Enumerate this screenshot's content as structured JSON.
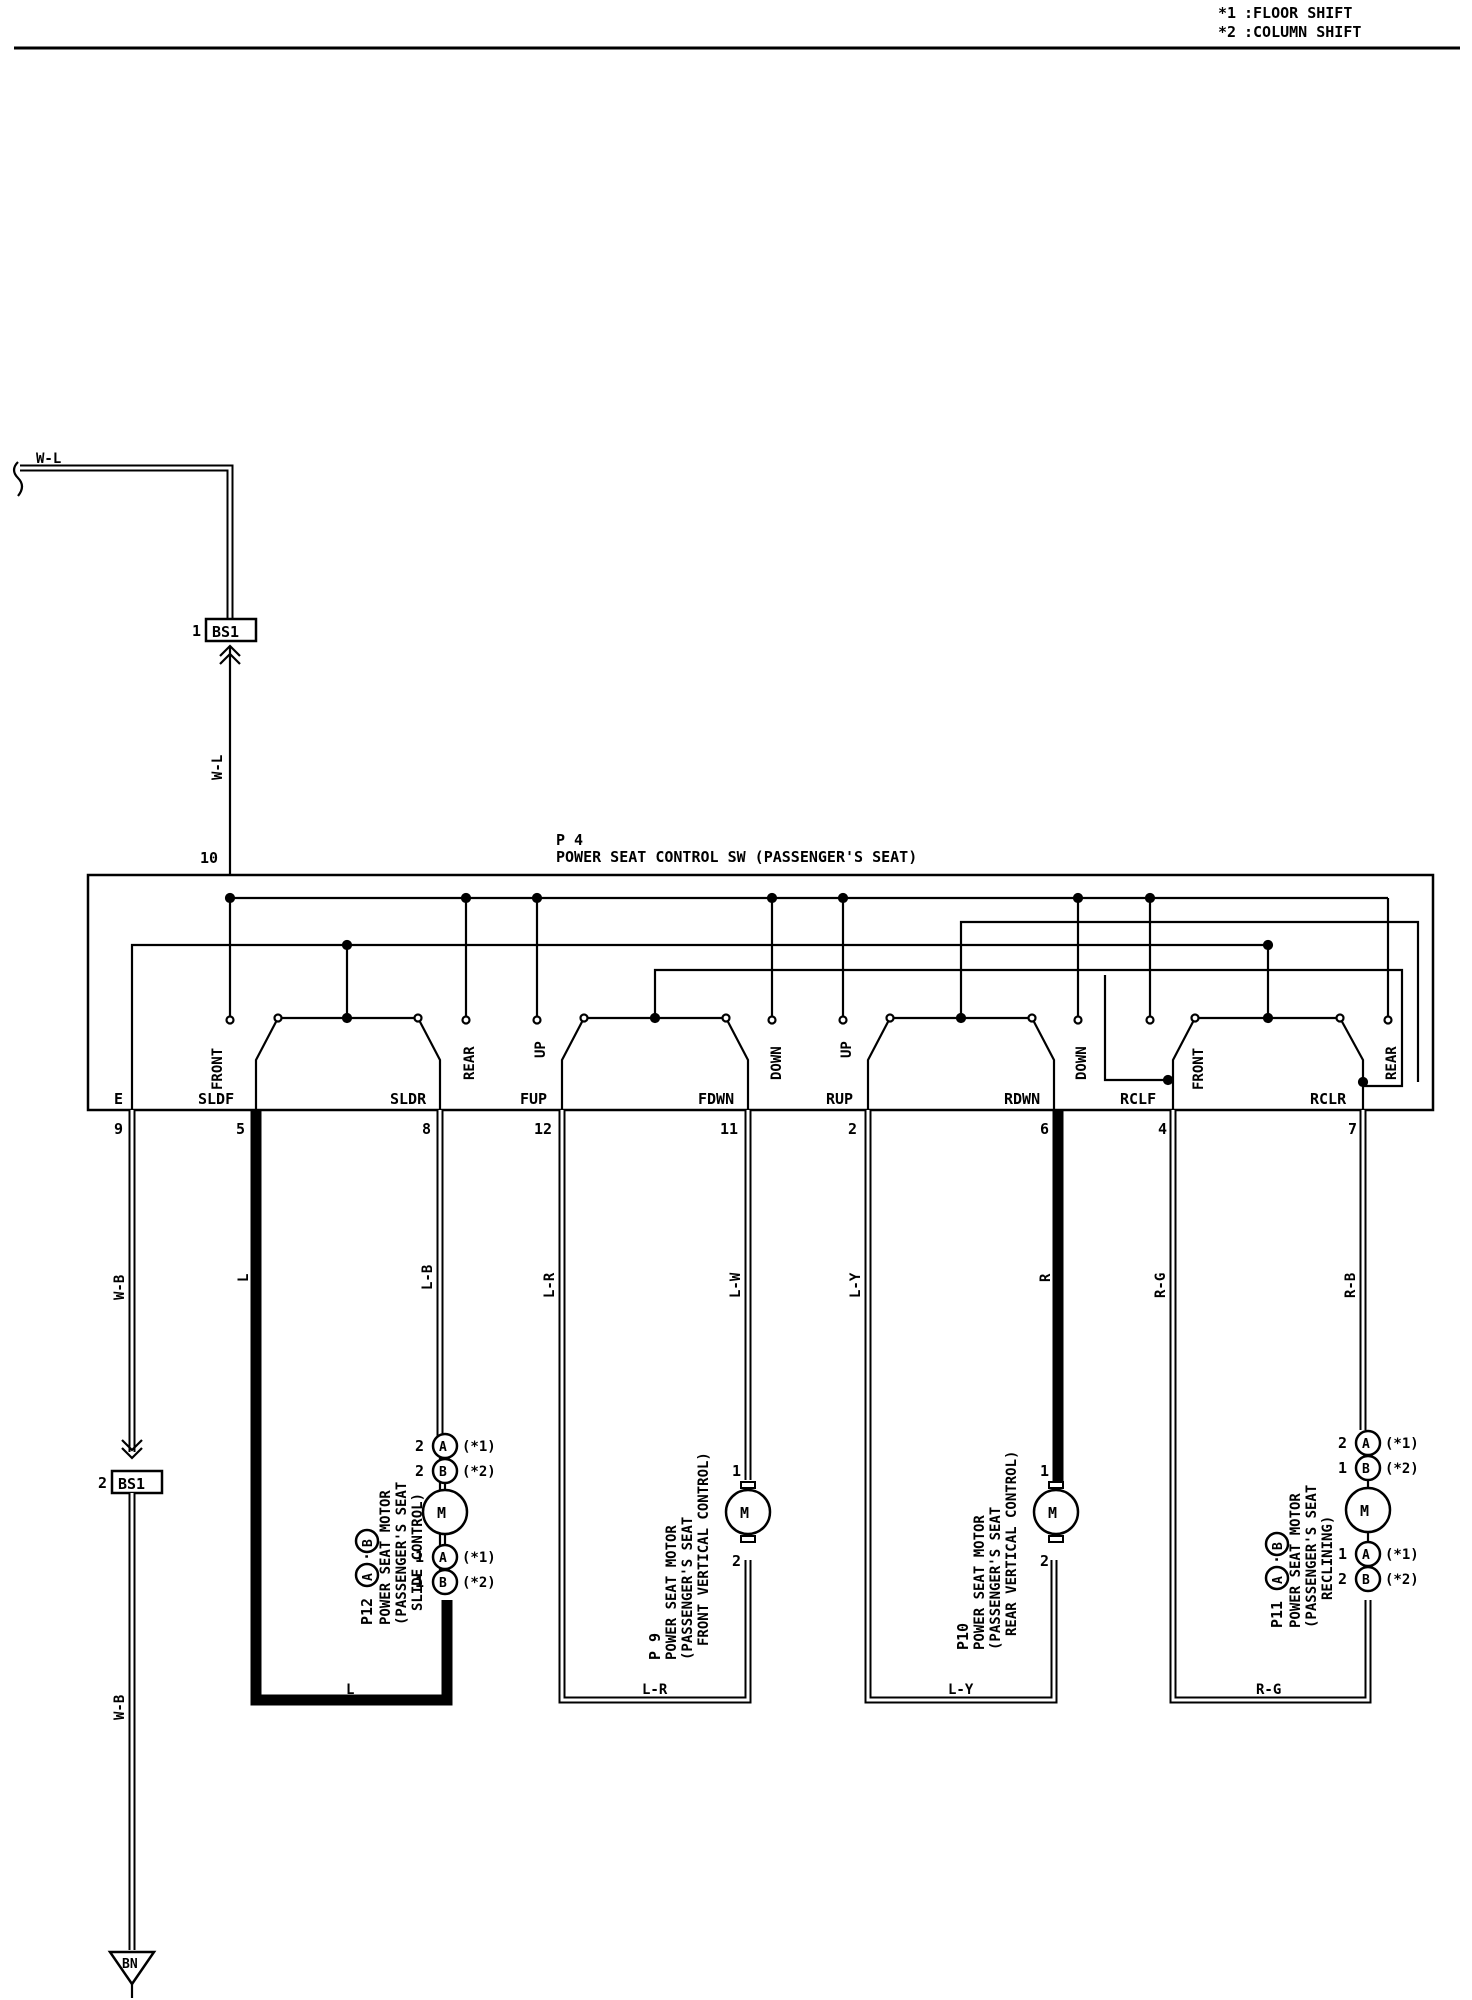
{
  "notes": [
    {
      "key": "*1",
      "text": ":FLOOR SHIFT"
    },
    {
      "key": "*2",
      "text": ":COLUMN SHIFT"
    }
  ],
  "switch": {
    "id": "P 4",
    "name": "POWER SEAT CONTROL SW (PASSENGER'S SEAT)",
    "power_pin": "10",
    "terminals": [
      "E",
      "SLDF",
      "SLDR",
      "FUP",
      "FDWN",
      "RUP",
      "RDWN",
      "RCLF",
      "RCLR"
    ],
    "pins": [
      "9",
      "5",
      "8",
      "12",
      "11",
      "2",
      "6",
      "4",
      "7"
    ],
    "contacts": [
      "FRONT",
      "REAR",
      "UP",
      "DOWN",
      "UP",
      "DOWN",
      "FRONT",
      "REAR"
    ]
  },
  "connectors": {
    "top": {
      "pin": "1",
      "label": "BS1"
    },
    "bottom": {
      "pin": "2",
      "label": "BS1"
    },
    "ground": "BN"
  },
  "wire_colors": {
    "input": "W-L",
    "input_vertical": "W-L",
    "ground_upper": "W-B",
    "ground_lower": "W-B",
    "sldf": "L",
    "sldr": "L-B",
    "slide_loop": "L",
    "fup": "L-R",
    "fdwn": "L-W",
    "front_loop": "L-R",
    "rup": "L-Y",
    "rdwn": "R",
    "rear_loop": "L-Y",
    "rclf": "R-G",
    "rclr": "R-B",
    "recline_loop": "R-G"
  },
  "motors": {
    "slide": {
      "id": "P12",
      "conn_a": "A",
      "conn_b": "B",
      "dot": "·",
      "lines": [
        "POWER SEAT MOTOR",
        "(PASSENGER'S SEAT",
        "SLIDE CONTROL)"
      ],
      "symbol": "M",
      "pins": [
        {
          "pin": "2",
          "conn": "A",
          "note": "(*1)"
        },
        {
          "pin": "2",
          "conn": "B",
          "note": "(*2)"
        },
        {
          "pin": "1",
          "conn": "A",
          "note": "(*1)"
        },
        {
          "pin": "1",
          "conn": "B",
          "note": "(*2)"
        }
      ]
    },
    "front_vertical": {
      "id": "P 9",
      "lines": [
        "POWER SEAT MOTOR",
        "(PASSENGER'S SEAT",
        "FRONT VERTICAL CONTROL)"
      ],
      "symbol": "M",
      "pin_top": "1",
      "pin_bottom": "2"
    },
    "rear_vertical": {
      "id": "P10",
      "lines": [
        "POWER SEAT MOTOR",
        "(PASSENGER'S SEAT",
        "REAR VERTICAL CONTROL)"
      ],
      "symbol": "M",
      "pin_top": "1",
      "pin_bottom": "2"
    },
    "recline": {
      "id": "P11",
      "conn_a": "A",
      "conn_b": "B",
      "dot": "·",
      "lines": [
        "POWER SEAT MOTOR",
        "(PASSENGER'S SEAT",
        "RECLINING)"
      ],
      "symbol": "M",
      "pins": [
        {
          "pin": "2",
          "conn": "A",
          "note": "(*1)"
        },
        {
          "pin": "1",
          "conn": "B",
          "note": "(*2)"
        },
        {
          "pin": "1",
          "conn": "A",
          "note": "(*1)"
        },
        {
          "pin": "2",
          "conn": "B",
          "note": "(*2)"
        }
      ]
    }
  }
}
